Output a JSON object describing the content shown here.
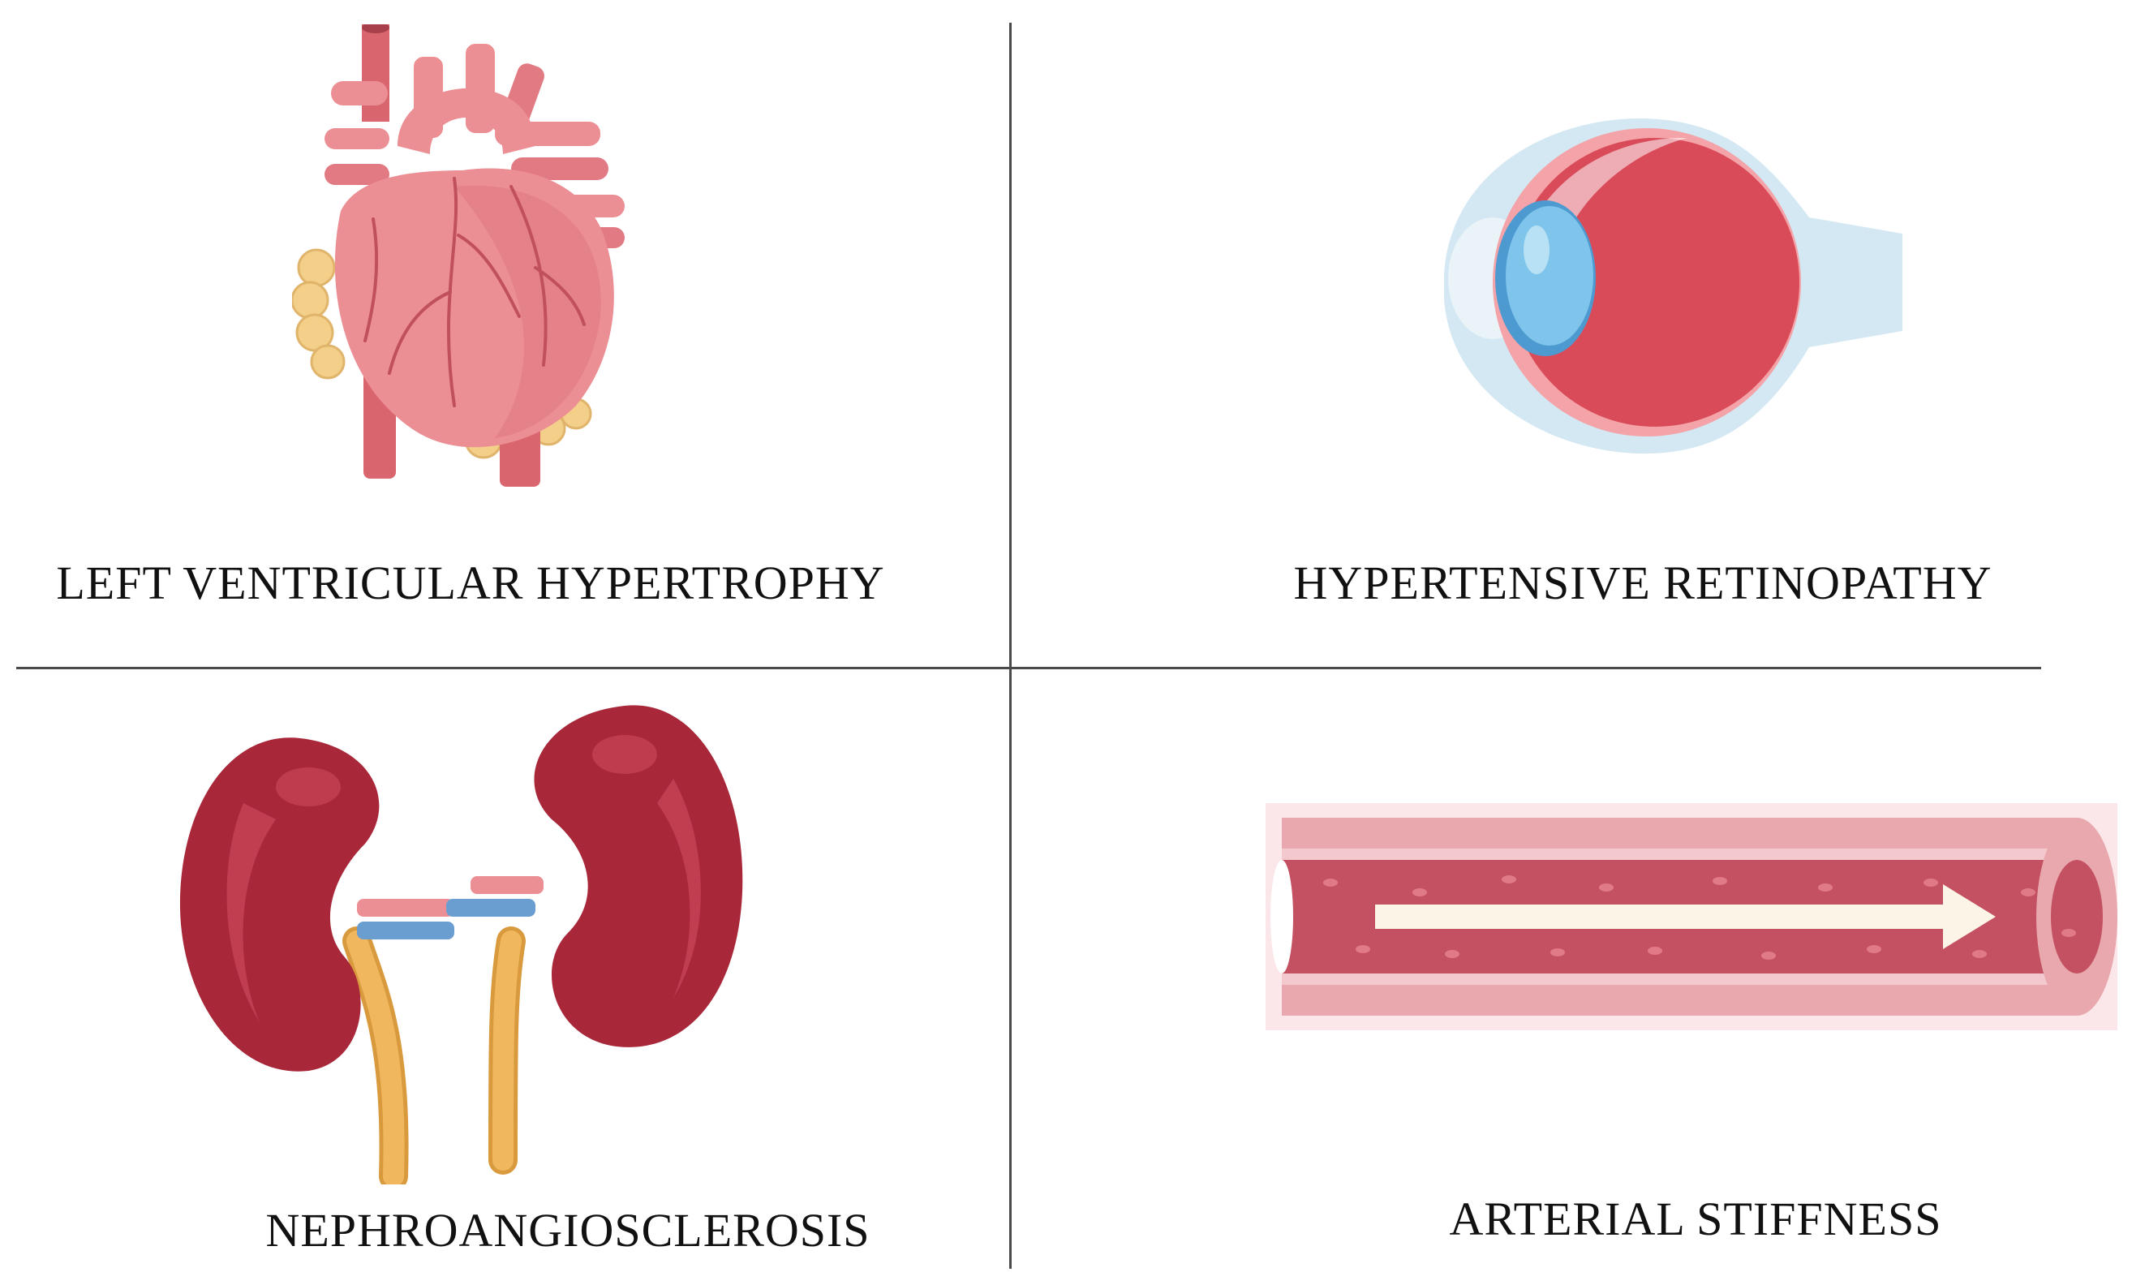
{
  "panels": {
    "top_left": {
      "label": "LEFT VENTRICULAR HYPERTROPHY",
      "illustration": "heart-icon"
    },
    "top_right": {
      "label": "HYPERTENSIVE RETINOPATHY",
      "illustration": "eye-icon"
    },
    "bottom_left": {
      "label": "NEPHROANGIOSCLEROSIS",
      "illustration": "kidneys-icon"
    },
    "bottom_right": {
      "label": "ARTERIAL STIFFNESS",
      "illustration": "artery-icon"
    }
  },
  "colors": {
    "heart_main": "#ec8f95",
    "heart_dark": "#d9656e",
    "heart_fat": "#f3cf8a",
    "eye_sclera_outer": "#d3e8f3",
    "eye_globe": "#d94b59",
    "eye_lens": "#7fc4ea",
    "kidney": "#a8283a",
    "kidney_highlight": "#c74457",
    "ureter": "#f0b75f",
    "vein": "#6a9ed1",
    "artery_wall": "#e8a8ae",
    "artery_lumen": "#c45161",
    "arrow": "#fdf4e8",
    "divider": "#4a4a4a",
    "text": "#111111"
  }
}
